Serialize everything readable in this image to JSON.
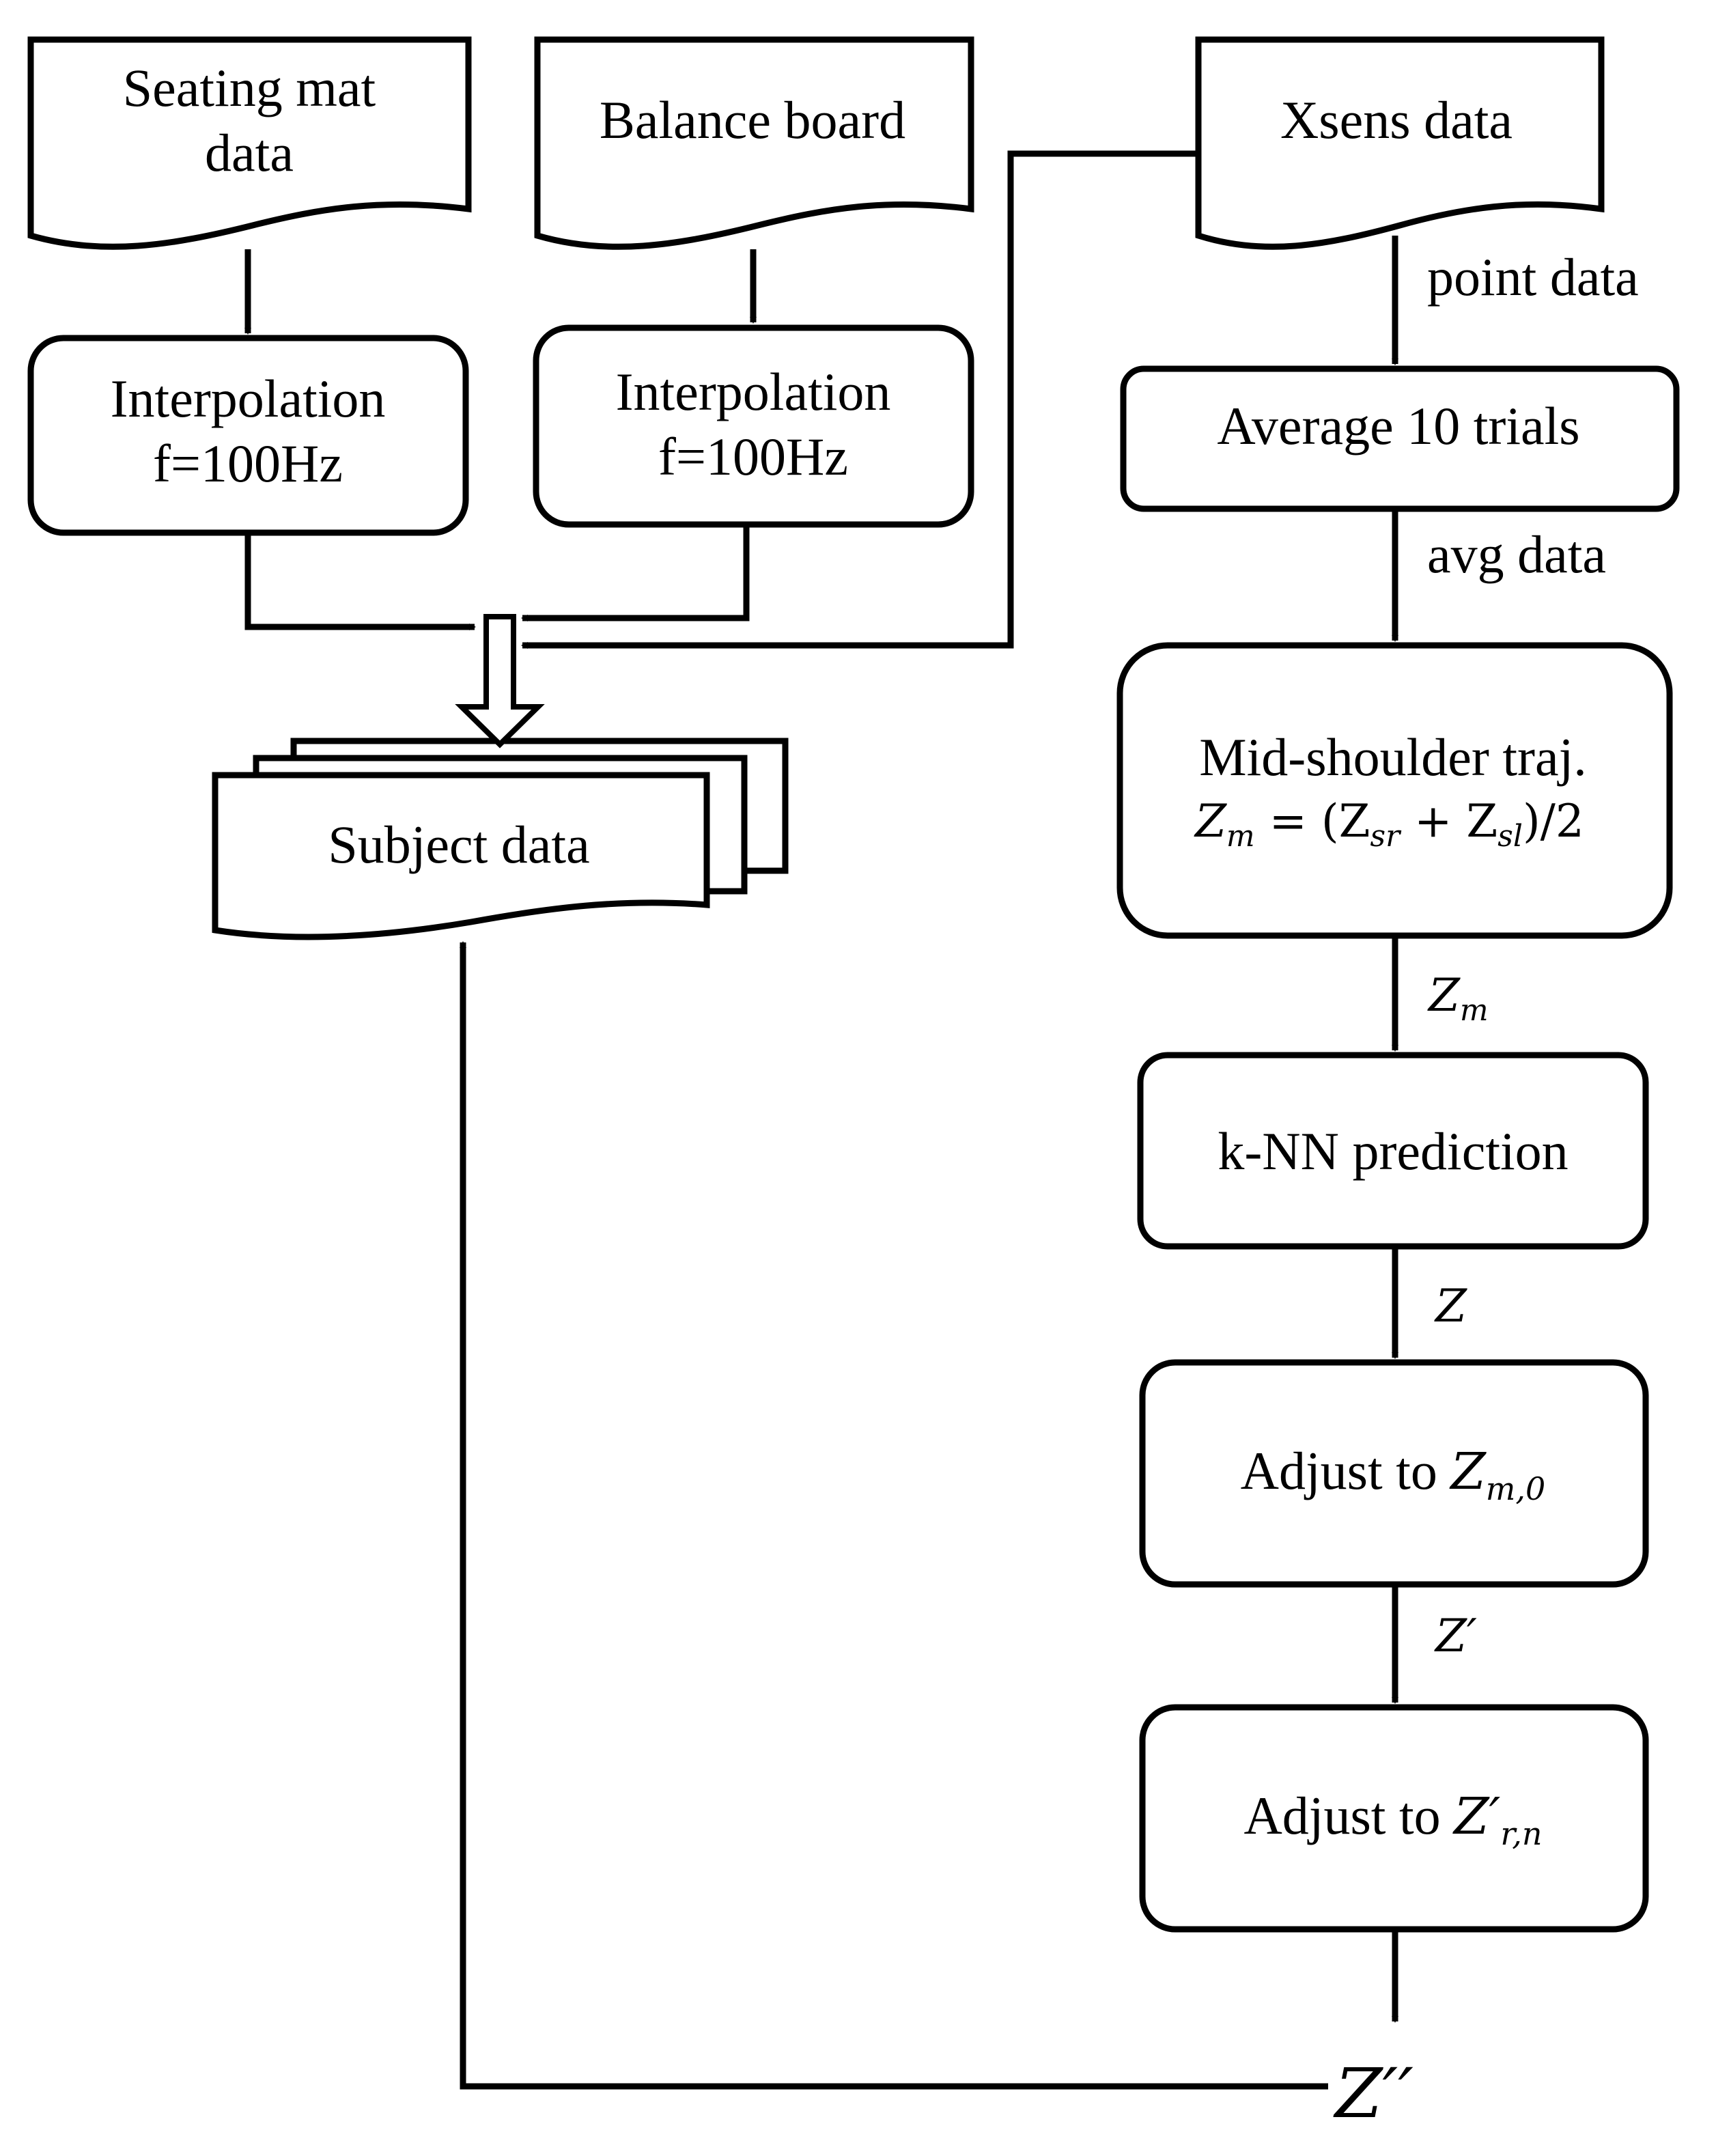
{
  "nodes": {
    "seating_mat": {
      "line1": "Seating mat",
      "line2": "data"
    },
    "balance_board": {
      "label": "Balance board"
    },
    "xsens": {
      "label": "Xsens data"
    },
    "interp_seating": {
      "line1": "Interpolation",
      "line2": "f=100Hz"
    },
    "interp_balance": {
      "line1": "Interpolation",
      "line2": "f=100Hz"
    },
    "average": {
      "label": "Average 10 trials"
    },
    "midshoulder": {
      "title": "Mid-shoulder traj.",
      "eq_z": "Z",
      "eq_m": "m",
      "eq_mid": " = (Z",
      "eq_sr": "sr",
      "eq_plus": " + Z",
      "eq_sl": "sl",
      "eq_end": ")/2"
    },
    "knn": {
      "label": "k-NN prediction"
    },
    "adjust_zm0": {
      "text": "Adjust to ",
      "var": "Z",
      "sub": "m,0"
    },
    "adjust_zrn": {
      "text": "Adjust to ",
      "var": "Z′",
      "sub": "r,n"
    },
    "subject": {
      "label": "Subject data"
    }
  },
  "edges": {
    "point_data": "point data",
    "avg_data": "avg data",
    "zm_var": "Z",
    "zm_sub": "m",
    "z": "Z",
    "z_prime": "Z′",
    "z_double_prime": "Z′′"
  }
}
